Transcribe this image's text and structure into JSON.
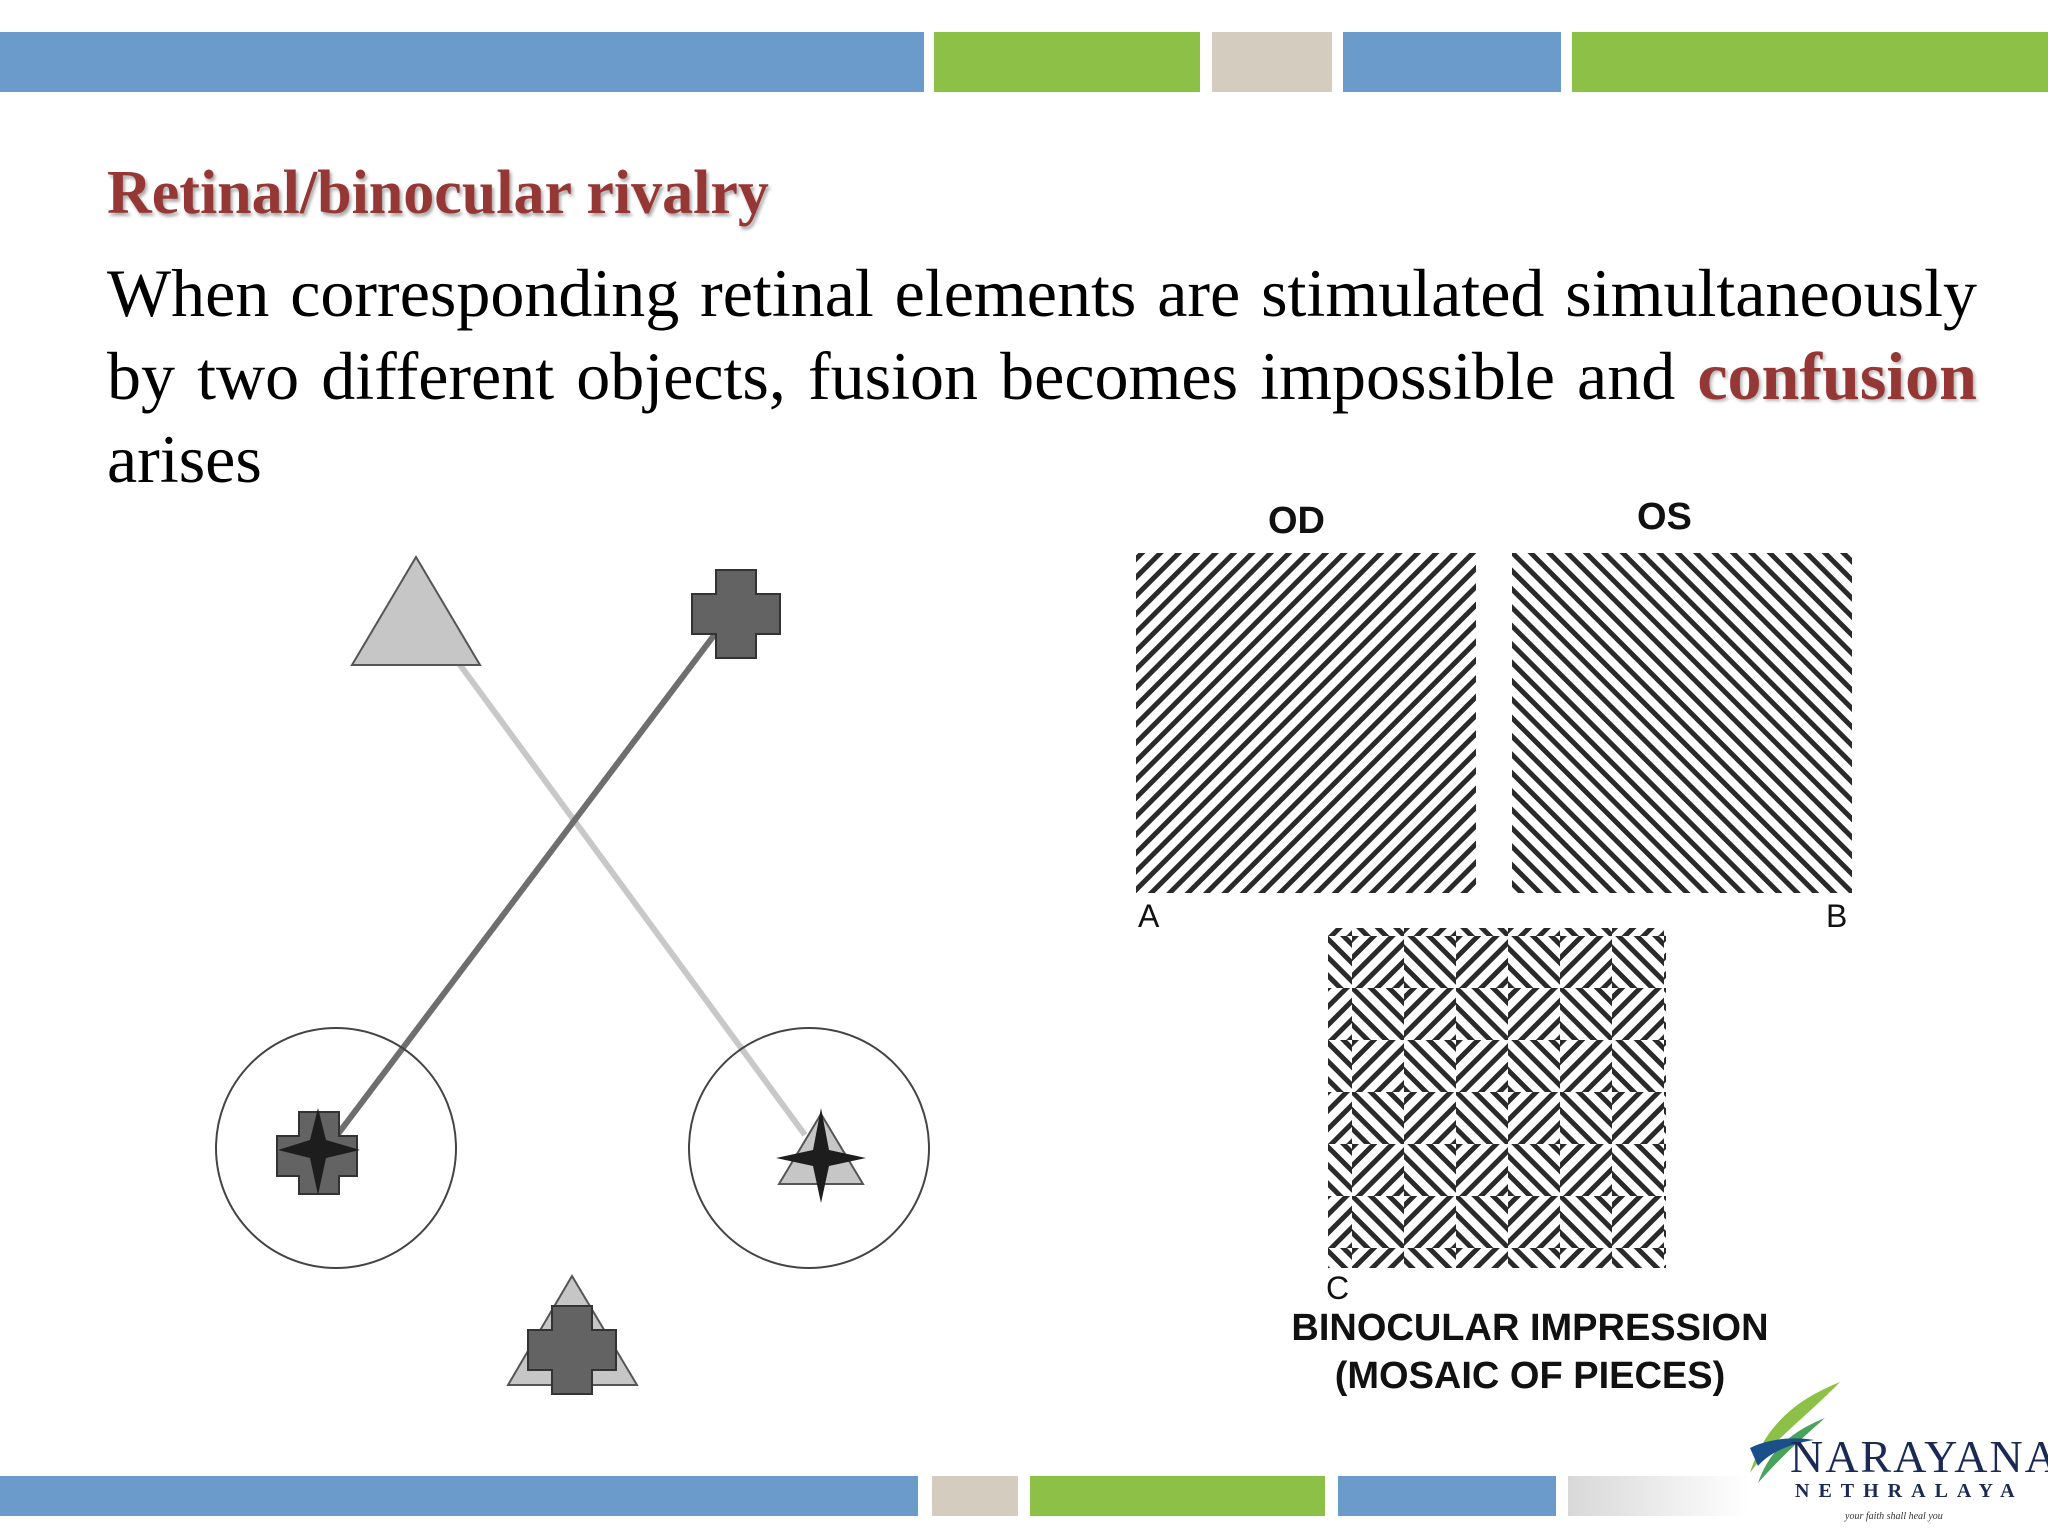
{
  "slide": {
    "title": "Retinal/binocular rivalry",
    "body_before": "When corresponding retinal elements are stimulated simultaneously by two different objects, fusion becomes impossible and ",
    "body_emphasis": "confusion",
    "body_after": " arises"
  },
  "figure": {
    "label_od": "OD",
    "label_os": "OS",
    "label_a": "A",
    "label_b": "B",
    "label_c": "C",
    "caption_line1": "BINOCULAR IMPRESSION",
    "caption_line2": "(MOSAIC OF PIECES)"
  },
  "logo": {
    "name": "NARAYANA",
    "subname": "NETHRALAYA",
    "tagline": "your faith shall heal you"
  },
  "colors": {
    "title": "#953735",
    "bar_blue": "#6a9bcb",
    "bar_green": "#8dc046",
    "bar_beige": "#d4cdbf"
  }
}
